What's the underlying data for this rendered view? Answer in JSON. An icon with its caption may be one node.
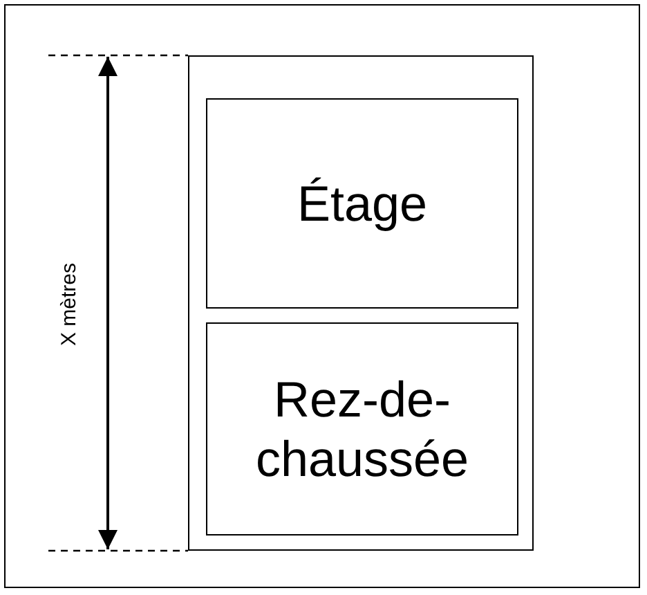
{
  "diagram": {
    "nodes": [
      {
        "text": [],
        "shape": "box"
      },
      {
        "text": [
          "Étage"
        ],
        "in": 0
      },
      {
        "text": [
          "Rez-de-chaussée"
        ],
        "in": 0
      }
    ],
    "labels": [
      "X mètres"
    ]
  }
}
